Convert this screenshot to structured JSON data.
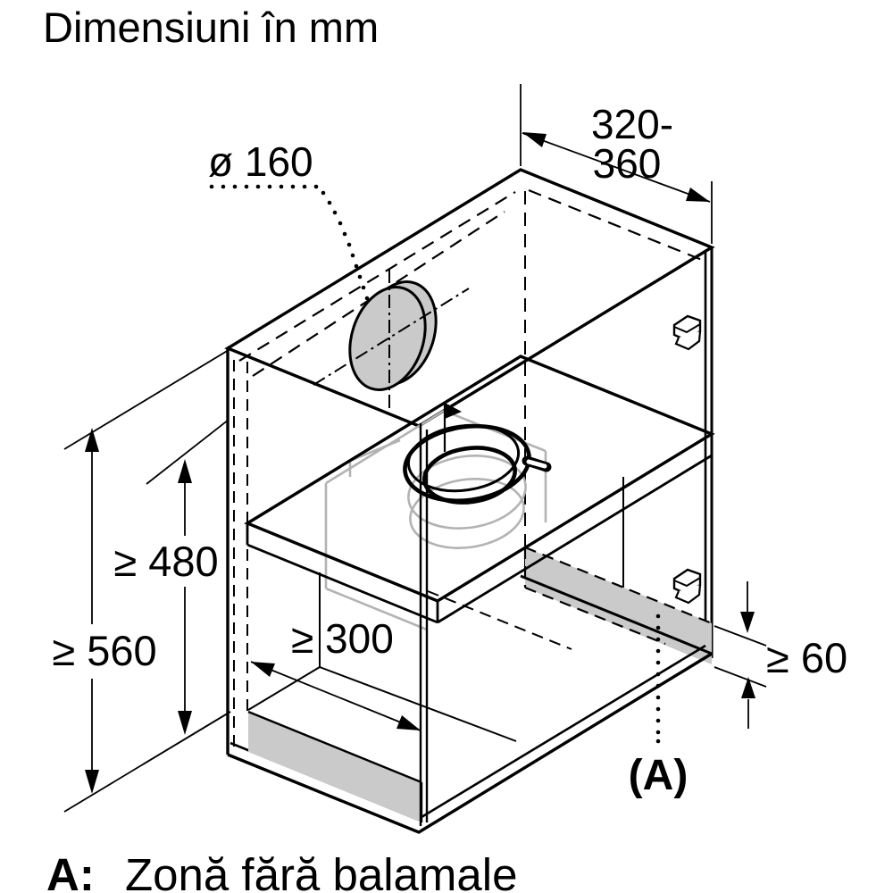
{
  "title": "Dimensiuni în mm",
  "diagram": {
    "type": "installation-dimension-drawing",
    "subject": "cabinet for built-in cooker hood",
    "dimensions": {
      "duct_diameter": "ø 160",
      "depth_line1": "320-",
      "depth_line2": "360",
      "inner_height": "≥ 480",
      "niche_height": "≥ 560",
      "bottom_clearance": "≥ 300",
      "hinge_free_height": "≥ 60",
      "zone_label": "(A)"
    },
    "legend": {
      "prefix": "A:",
      "text": "Zonă fără balamale"
    },
    "colors": {
      "line": "#000000",
      "shade": "#cacaca",
      "hood": "#b3b3b3",
      "background": "#ffffff"
    }
  }
}
